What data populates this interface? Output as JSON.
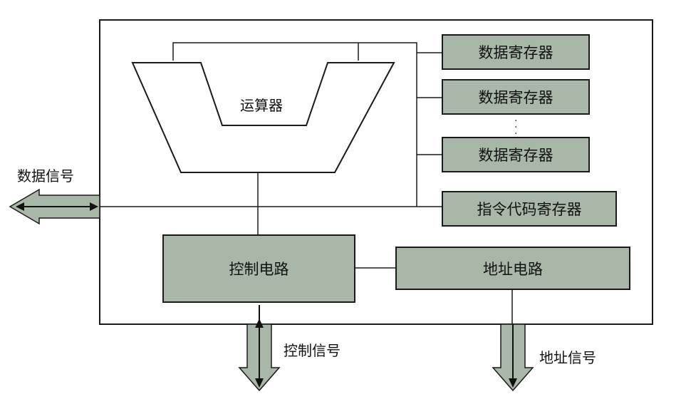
{
  "alu": {
    "label": "运算器"
  },
  "registers": [
    {
      "label": "数据寄存器"
    },
    {
      "label": "数据寄存器"
    },
    {
      "label": "数据寄存器"
    }
  ],
  "register_ellipsis": "·\n·\n·",
  "instruction_register": {
    "label": "指令代码寄存器"
  },
  "control_circuit": {
    "label": "控制电路"
  },
  "address_circuit": {
    "label": "地址电路"
  },
  "signals": {
    "data": "数据信号",
    "control": "控制信号",
    "address": "地址信号"
  },
  "colors": {
    "block_fill": "#a9b7a9",
    "stroke": "#1a1a1a",
    "background": "#ffffff"
  }
}
